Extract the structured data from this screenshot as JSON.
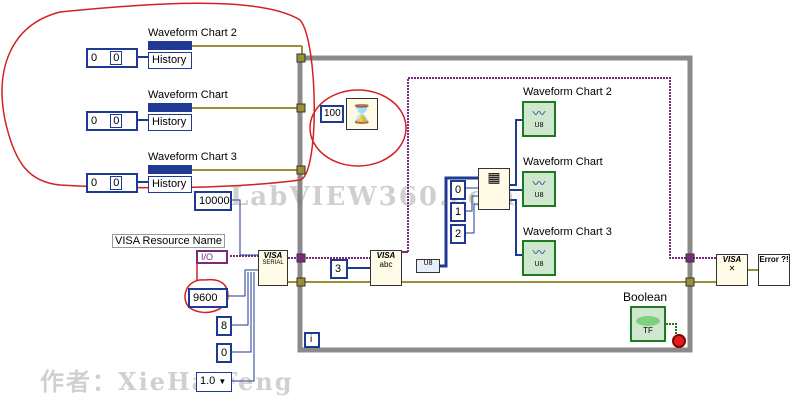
{
  "constants": {
    "history_idx_a": "0",
    "history_idx_b": "0",
    "history_label": "History",
    "wait_ms": "100",
    "loop_count": "10000",
    "baud": "9600",
    "data_bits": "8",
    "parity": "0",
    "stop_bits": "1.0",
    "bytes": "3",
    "array0": "0",
    "array1": "1",
    "array2": "2",
    "visa_io": "I/O",
    "iter": "i",
    "bool_tf": "TF"
  },
  "labels": {
    "chart2": "Waveform Chart 2",
    "chart": "Waveform Chart",
    "chart3": "Waveform Chart 3",
    "visa_resource": "VISA Resource Name",
    "boolean": "Boolean",
    "error": "Error ?!",
    "visa": "VISA",
    "serial": "SERIAL",
    "abc": "abc",
    "u8": "U8"
  },
  "watermarks": {
    "site": "LabVIEW360.com",
    "author": "作者：XieHaiFeng"
  },
  "colors": {
    "wire_blue": "#1f3a93",
    "wire_purple": "#7a2a7a",
    "wire_olive": "#9c8f3a",
    "loop": "#8a8a8a",
    "annot": "#d42020"
  }
}
